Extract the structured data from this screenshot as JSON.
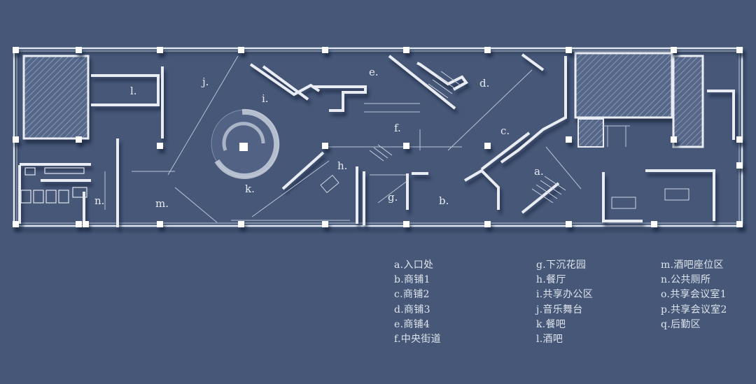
{
  "plan_labels": {
    "a": "a.",
    "b": "b.",
    "c": "c.",
    "d": "d.",
    "e": "e.",
    "f": "f.",
    "g": "g.",
    "h": "h.",
    "i": "i.",
    "j": "j.",
    "k": "k.",
    "l": "l.",
    "m": "m.",
    "n": "n."
  },
  "legend": {
    "col1": [
      "a.入口处",
      "b.商铺1",
      "c.商铺2",
      "d.商铺3",
      "e.商铺4",
      "f.中央街道"
    ],
    "col2": [
      "g.下沉花园",
      "h.餐厅",
      "i.共享办公区",
      "j.音乐舞台",
      "k.餐吧",
      "l.酒吧"
    ],
    "col3": [
      "m.酒吧座位区",
      "n.公共厕所",
      "o.共享会议室1",
      "p.共享会议室2",
      "q.后勤区"
    ]
  },
  "colors": {
    "background": "#465777",
    "wall": "#e9edf3",
    "thin_line": "#b8c3d4",
    "hatch": "#aeb7c6",
    "shadow": "#2b3650"
  }
}
